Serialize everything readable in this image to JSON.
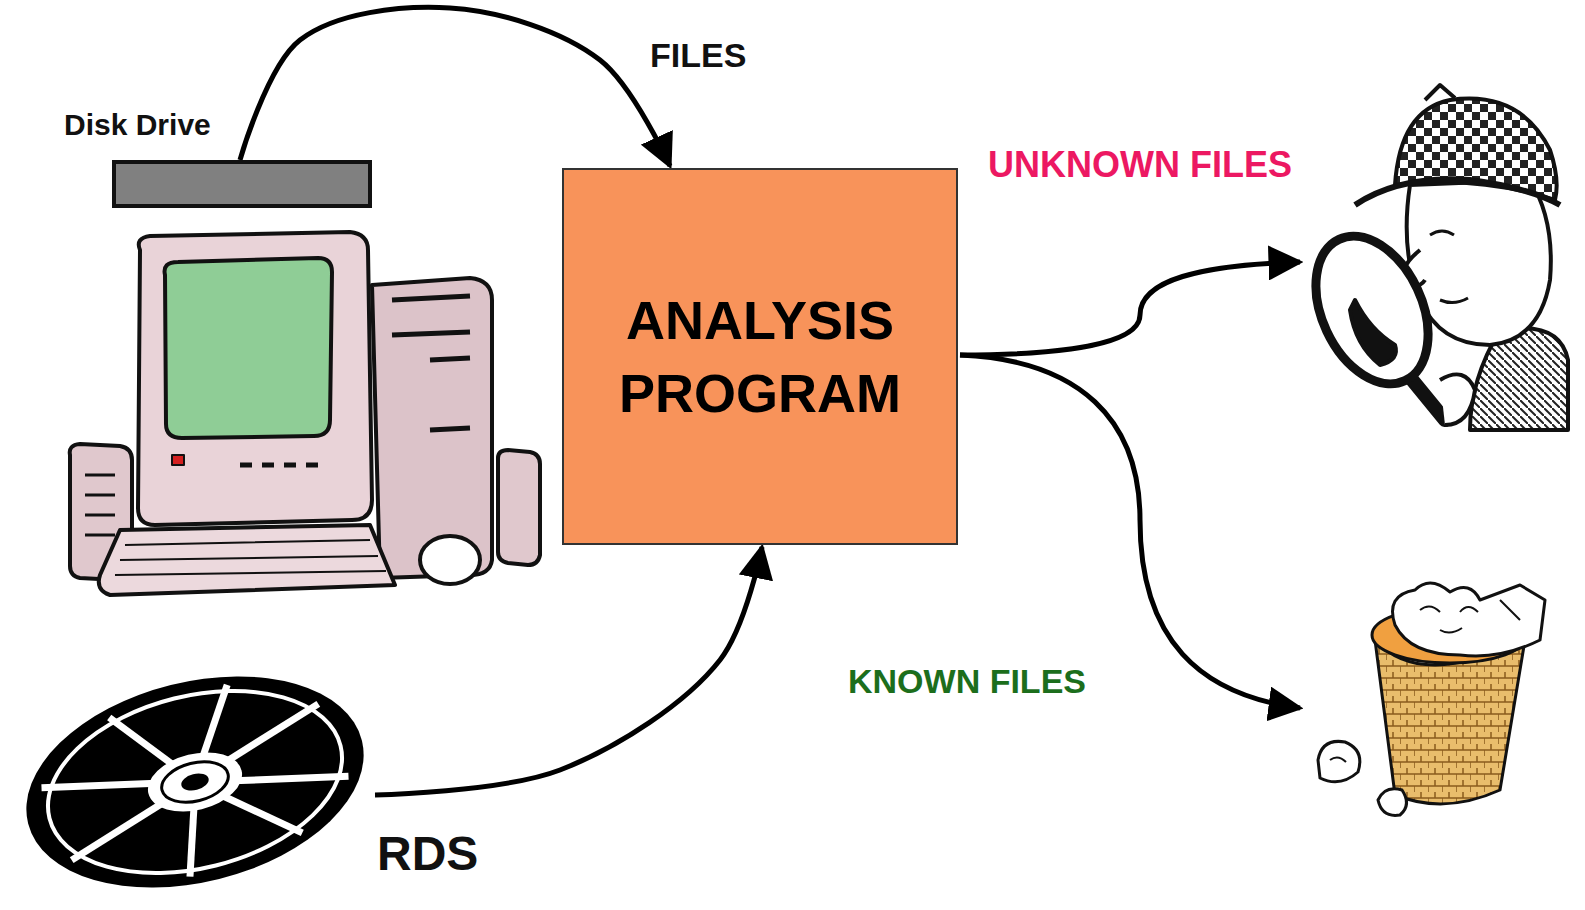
{
  "diagram": {
    "nodes": [
      {
        "text": [
          "Disk Drive"
        ]
      },
      {
        "text": [
          "RDS"
        ]
      },
      {
        "text": [
          "ANALYSIS PROGRAM"
        ]
      }
    ],
    "edges": [
      {
        "from": 0,
        "to": 2,
        "arrow": "to",
        "label": "FILES"
      },
      {
        "from": 1,
        "to": 2,
        "arrow": "to"
      }
    ],
    "labels": [
      "UNKNOWN FILES",
      "KNOWN FILES"
    ]
  }
}
